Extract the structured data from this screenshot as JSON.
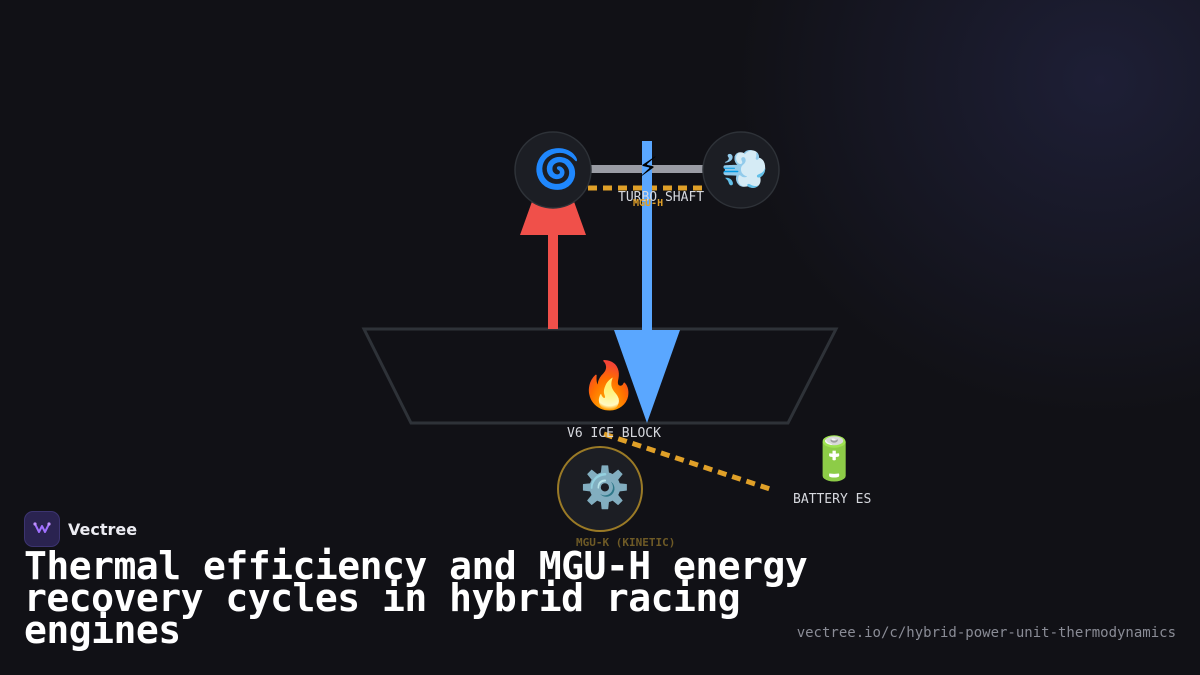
{
  "diagram": {
    "turbine_icon": "🌀",
    "compressor_icon": "💨",
    "mguh_icon": "⚡",
    "ice_icon": "🔥",
    "mguk_icon": "⚙️",
    "battery_icon": "🔋",
    "turbo_shaft_label": "TURBO SHAFT",
    "mguh_label": "MGU-H",
    "ice_label": "V6 ICE BLOCK",
    "mguk_label": "MGU-K (KINETIC)",
    "battery_label": "BATTERY ES",
    "colors": {
      "exhaust": "#f0504a",
      "intake": "#5aa7ff",
      "electrical": "#e0a028",
      "shaft": "#9a9ca4",
      "node_fill": "#1c1e24",
      "block_stroke": "#2e3238"
    }
  },
  "footer": {
    "brand_name": "Vectree",
    "title": "Thermal efficiency and MGU-H energy recovery cycles in hybrid racing engines",
    "url": "vectree.io/c/hybrid-power-unit-thermodynamics"
  }
}
